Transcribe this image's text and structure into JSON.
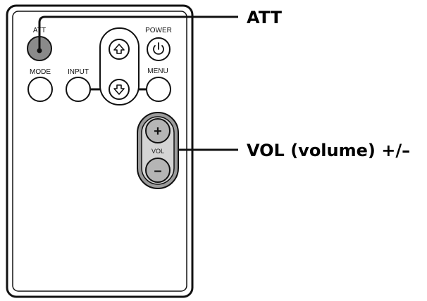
{
  "remote": {
    "buttons": {
      "att": {
        "label": "ATT"
      },
      "power": {
        "label": "POWER"
      },
      "mode": {
        "label": "MODE"
      },
      "input": {
        "label": "INPUT"
      },
      "menu": {
        "label": "MENU"
      },
      "vol": {
        "label": "VOL",
        "plus": "+",
        "minus": "–"
      }
    }
  },
  "callouts": {
    "att": "ATT",
    "vol": "VOL (volume) +/–"
  },
  "colors": {
    "line": "#111111",
    "att_fill": "#8a8a8a",
    "vol_fill": "#9b9b9b",
    "vol_inner": "#d4d4d4",
    "background": "#ffffff"
  }
}
